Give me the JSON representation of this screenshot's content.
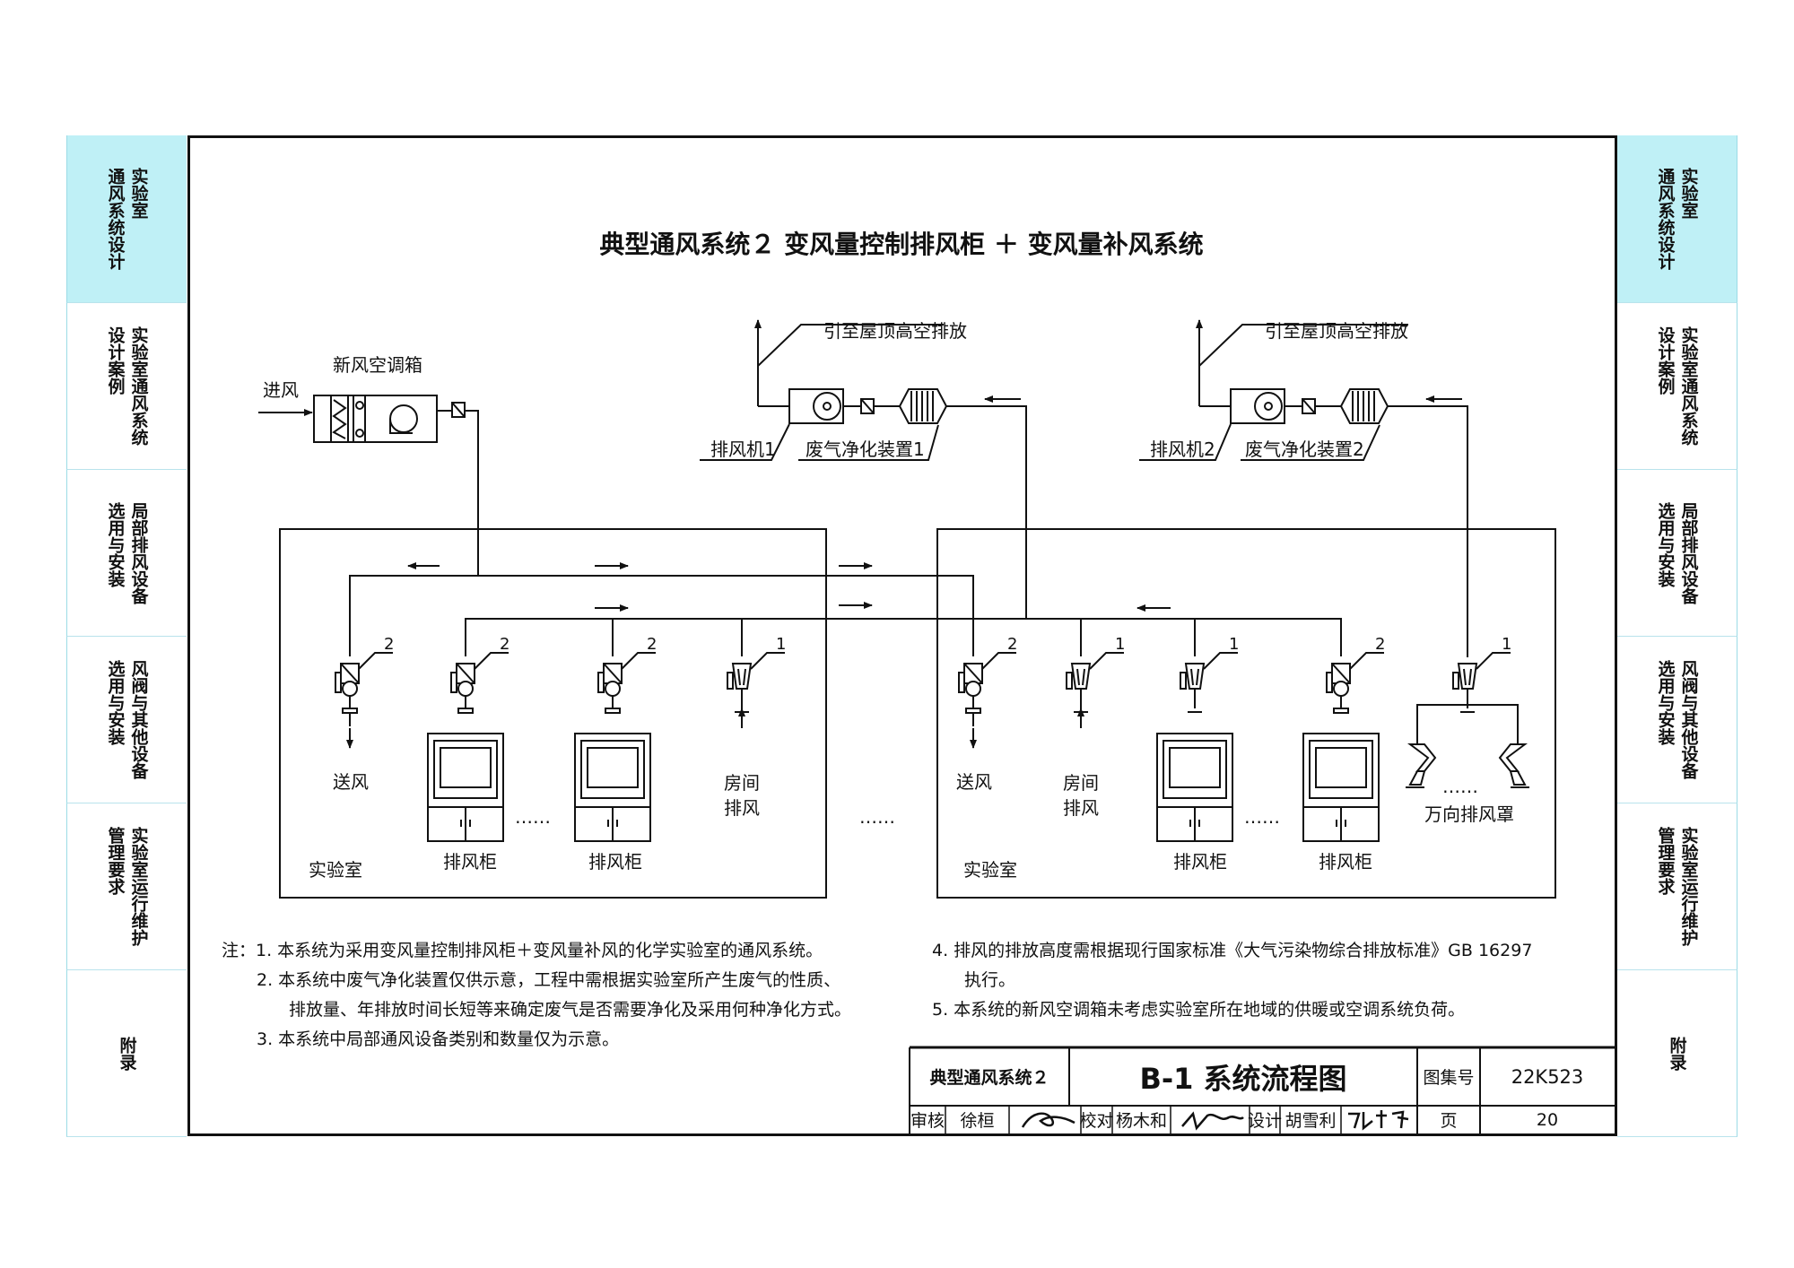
{
  "sidebar": {
    "tabs": [
      {
        "lines": [
          "实验室",
          "通风系统设计"
        ],
        "active": true
      },
      {
        "lines": [
          "实验室通风系统",
          "设计案例"
        ],
        "active": false
      },
      {
        "lines": [
          "局部排风设备",
          "选用与安装"
        ],
        "active": false
      },
      {
        "lines": [
          "风阀与其他设备",
          "选用与安装"
        ],
        "active": false
      },
      {
        "lines": [
          "实验室运行维护",
          "管理要求"
        ],
        "active": false
      },
      {
        "lines": [
          "附录"
        ],
        "active": false
      }
    ],
    "active_color": "#bff0f6"
  },
  "diagram": {
    "title": "典型通风系统２  变风量控制排风柜 ＋ 变风量补风系统",
    "labels": {
      "fresh_air_unit": "新风空调箱",
      "inlet": "进风",
      "roof_discharge_1": "引至屋顶高空排放",
      "roof_discharge_2": "引至屋顶高空排放",
      "fan_1": "排风机1",
      "fan_2": "排风机2",
      "purifier_1": "废气净化装置1",
      "purifier_2": "废气净化装置2",
      "supply_air": "送风",
      "room_exhaust_line1": "房间",
      "room_exhaust_line2": "排风",
      "fume_hood": "排风柜",
      "lab": "实验室",
      "universal_hood": "万向排风罩",
      "ellipsis_short": "……",
      "ellipsis_long": "……",
      "valve_tag_1": "1",
      "valve_tag_2": "2"
    }
  },
  "notes": {
    "left": [
      "注：1.  本系统为采用变风量控制排风柜＋变风量补风的化学实验室的通风系统。",
      "2.  本系统中废气净化装置仅供示意，工程中需根据实验室所产生废气的性质、",
      "排放量、年排放时间长短等来确定废气是否需要净化及采用何种净化方式。",
      "3.  本系统中局部通风设备类别和数量仅为示意。"
    ],
    "right": [
      "4.  排风的排放高度需根据现行国家标准《大气污染物综合排放标准》GB 16297",
      "执行。",
      "5.  本系统的新风空调箱未考虑实验室所在地域的供暖或空调系统负荷。"
    ]
  },
  "title_block": {
    "system_name": "典型通风系统２",
    "drawing_title": "B-1   系统流程图",
    "atlas_label": "图集号",
    "atlas_no": "22K523",
    "review_label": "审核",
    "review_name": "徐桓",
    "check_label": "校对",
    "check_name": "杨木和",
    "design_label": "设计",
    "design_name": "胡雪利",
    "page_label": "页",
    "page_no": "20"
  }
}
